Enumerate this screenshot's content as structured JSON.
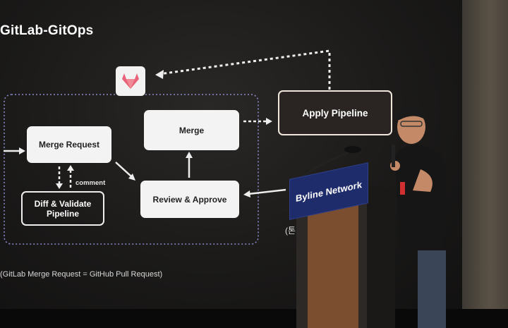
{
  "slide": {
    "title": "GitLab-GitOps",
    "boxes": {
      "merge_request": "Merge Request",
      "merge": "Merge",
      "apply_pipeline": "Apply Pipeline",
      "diff_validate": "Diff & Validate Pipeline",
      "review_approve": "Review & Approve"
    },
    "comment_label": "comment",
    "footnote": "(GitLab Merge Request = GitHub Pull Request)",
    "korean_fragment": "(톤"
  },
  "podium": {
    "sign_text": "Byline Network"
  },
  "logo": {
    "name": "gitlab-logo-icon"
  },
  "colors": {
    "gitlab_logo": "#e8637a",
    "podium_sign": "#1f2c6b"
  }
}
